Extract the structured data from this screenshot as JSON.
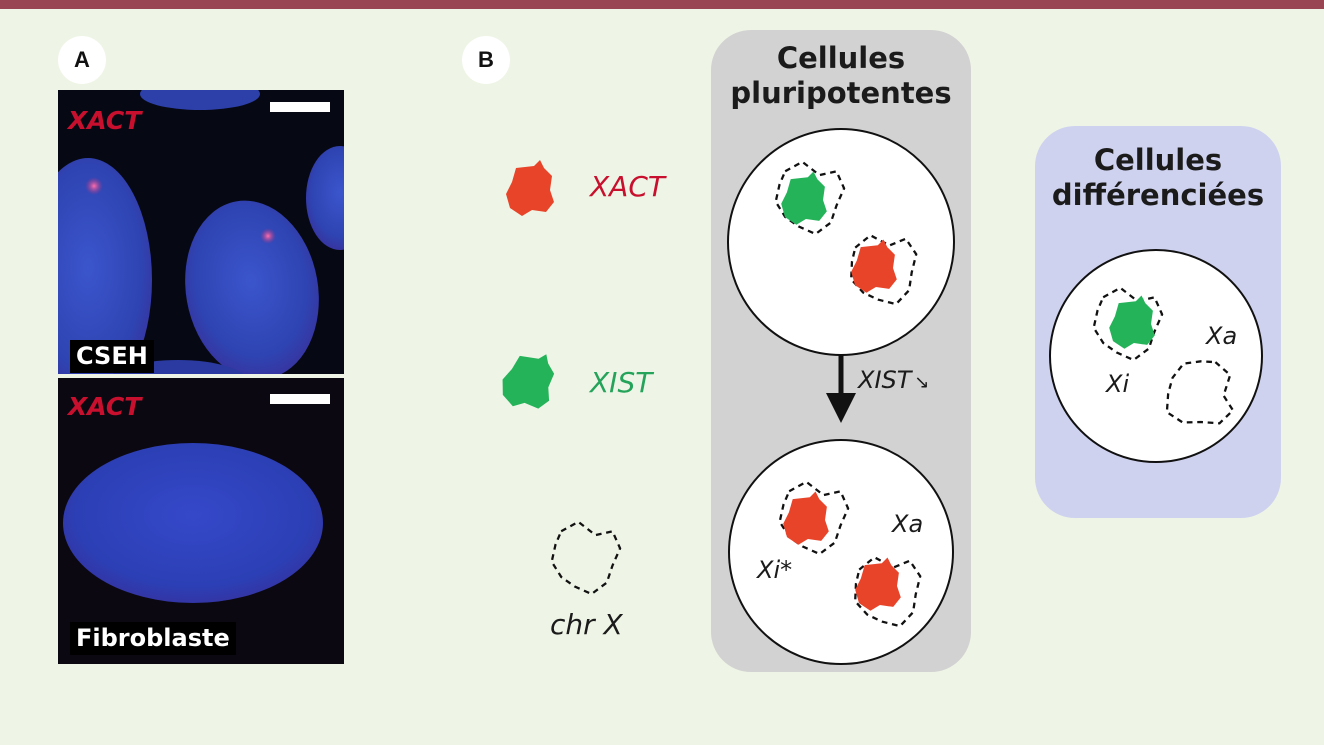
{
  "colors": {
    "header_bar": "#9a4652",
    "xact": "#e8442a",
    "xist": "#25b35a",
    "xact_text": "#c8102e",
    "xist_text": "#25a35a",
    "pluripotent_panel": "#d2d2d2",
    "differentiated_panel": "#cfd2ef"
  },
  "panel_a": {
    "badge": "A",
    "top_image": {
      "probe_label": "XACT",
      "cell_label": "CSEH"
    },
    "bottom_image": {
      "probe_label": "XACT",
      "cell_label": "Fibroblaste"
    }
  },
  "panel_b": {
    "badge": "B",
    "legend": [
      {
        "label": "XACT",
        "icon": "red-blob-icon"
      },
      {
        "label": "XIST",
        "icon": "green-blob-icon"
      },
      {
        "label": "chr X",
        "icon": "dashed-outline-icon"
      }
    ],
    "pluripotent": {
      "title_line1": "Cellules",
      "title_line2": "pluripotentes",
      "arrow_label": "XIST",
      "arrow_label_symbol": "↘",
      "bottom_cell_labels": {
        "xi_star": "Xi*",
        "xa": "Xa"
      }
    },
    "differentiated": {
      "title_line1": "Cellules",
      "title_line2": "différenciées",
      "cell_labels": {
        "xi": "Xi",
        "xa": "Xa"
      }
    }
  }
}
